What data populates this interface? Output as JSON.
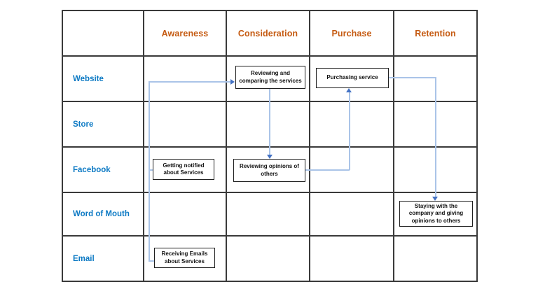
{
  "diagram": {
    "columns": [
      "Awareness",
      "Consideration",
      "Purchase",
      "Retention"
    ],
    "rows": [
      "Website",
      "Store",
      "Facebook",
      "Word of Mouth",
      "Email"
    ],
    "nodes": {
      "getting_notified": {
        "label": "Getting notified about Services",
        "row": "Facebook",
        "column": "Awareness"
      },
      "receiving_emails": {
        "label": "Receiving Emails about Services",
        "row": "Email",
        "column": "Awareness"
      },
      "reviewing_comparing": {
        "label": "Reviewing and comparing the services",
        "row": "Website",
        "column": "Consideration"
      },
      "reviewing_opinions": {
        "label": "Reviewing opinions of others",
        "row": "Facebook",
        "column": "Consideration"
      },
      "purchasing_service": {
        "label": "Purchasing service",
        "row": "Website",
        "column": "Purchase"
      },
      "staying_company": {
        "label": "Staying with the company and giving opinions to others",
        "row": "Word of Mouth",
        "column": "Retention"
      }
    },
    "edges": [
      {
        "from": "getting_notified",
        "to": "reviewing_comparing"
      },
      {
        "from": "receiving_emails",
        "to": "reviewing_comparing"
      },
      {
        "from": "reviewing_comparing",
        "to": "reviewing_opinions"
      },
      {
        "from": "reviewing_opinions",
        "to": "purchasing_service"
      },
      {
        "from": "purchasing_service",
        "to": "staying_company"
      }
    ],
    "colors": {
      "header_text": "#C55A11",
      "row_label_text": "#0D7AC4",
      "grid_line": "#3A3A3A",
      "node_border": "#1F1F1F",
      "node_text": "#111111",
      "connector_line": "#AAC4E8",
      "connector_arrow": "#4472C4",
      "background": "#FFFFFF"
    }
  }
}
